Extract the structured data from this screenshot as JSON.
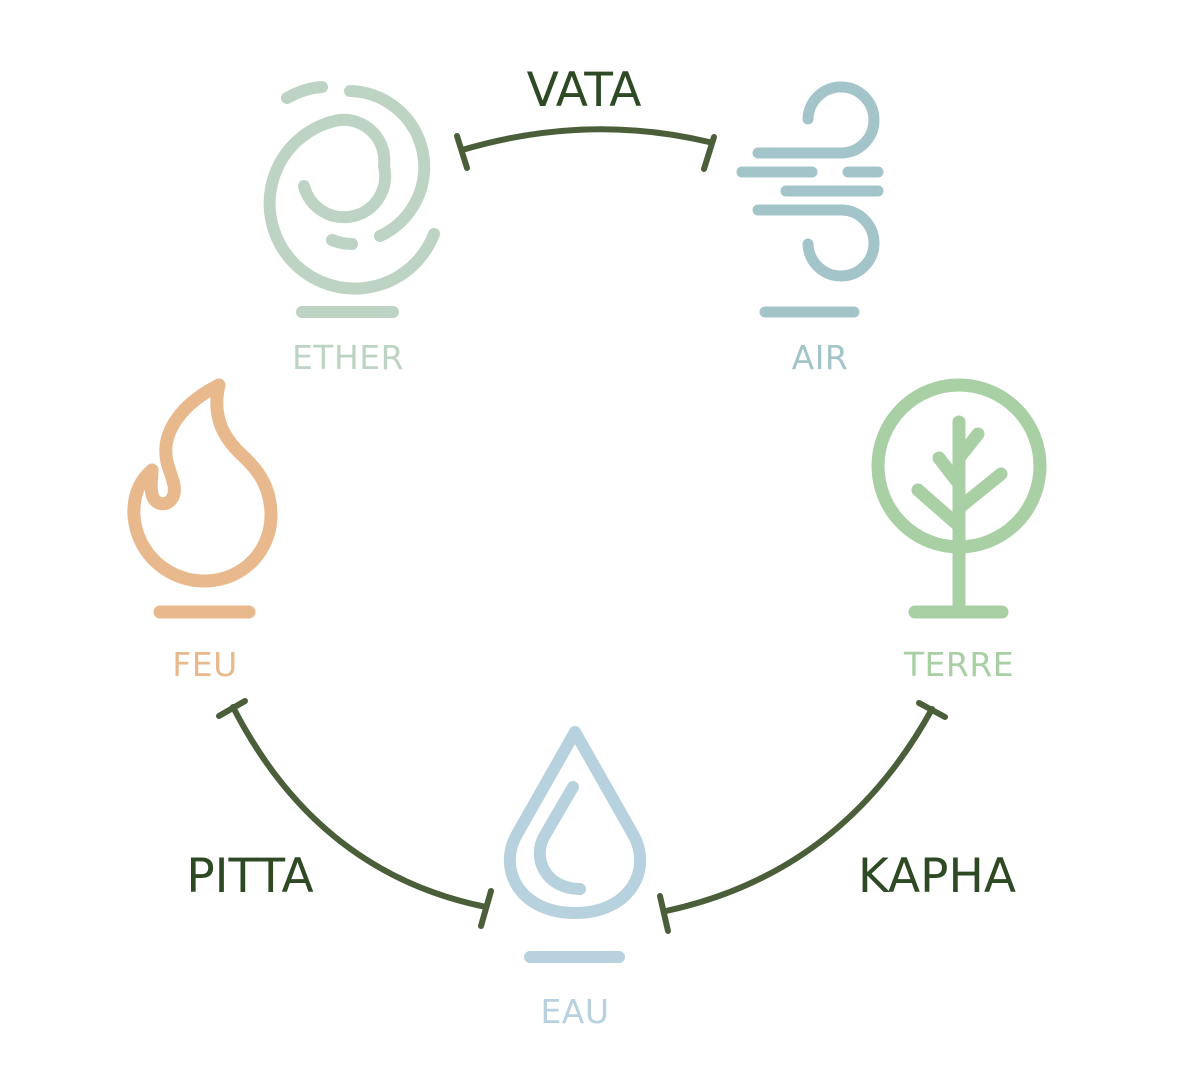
{
  "colors": {
    "ether": "#bdd4c5",
    "air": "#a3c4c9",
    "fire": "#e9b98e",
    "earth": "#a9cfa5",
    "water": "#b7d1de",
    "connector": "#4a5e3a",
    "dosha_text": "#2e4a24",
    "background": "#ffffff"
  },
  "elements": {
    "ether": {
      "label": "ETHER",
      "icon": "spiral-icon"
    },
    "air": {
      "label": "AIR",
      "icon": "wind-icon"
    },
    "fire": {
      "label": "FEU",
      "icon": "flame-icon"
    },
    "earth": {
      "label": "TERRE",
      "icon": "tree-icon"
    },
    "water": {
      "label": "EAU",
      "icon": "water-drop-icon"
    }
  },
  "doshas": {
    "vata": {
      "label": "VATA",
      "links": [
        "ETHER",
        "AIR"
      ]
    },
    "pitta": {
      "label": "PITTA",
      "links": [
        "FEU",
        "EAU"
      ]
    },
    "kapha": {
      "label": "KAPHA",
      "links": [
        "EAU",
        "TERRE"
      ]
    }
  }
}
